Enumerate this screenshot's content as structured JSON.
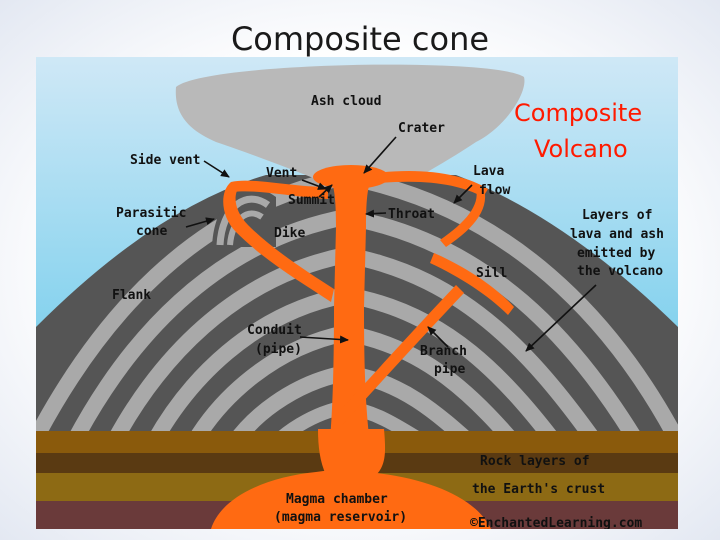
{
  "slide": {
    "title": "Composite cone"
  },
  "diagram": {
    "heading": [
      "Composite",
      "Volcano"
    ],
    "labels": {
      "ash_cloud": "Ash cloud",
      "crater": "Crater",
      "side_vent": "Side vent",
      "vent": "Vent",
      "lava_flow": [
        "Lava",
        "flow"
      ],
      "summit": "Summit",
      "throat": "Throat",
      "parasitic_cone": [
        "Parasitic",
        "cone"
      ],
      "dike": "Dike",
      "layers": [
        "Layers of",
        "lava and ash",
        "emitted by",
        "the volcano"
      ],
      "sill": "Sill",
      "flank": "Flank",
      "conduit": [
        "Conduit",
        "(pipe)"
      ],
      "branch_pipe": [
        "Branch",
        "pipe"
      ],
      "rock_layers": [
        "Rock layers of",
        "the Earth's crust"
      ],
      "magma_chamber": [
        "Magma chamber",
        "(magma reservoir)"
      ],
      "copyright": "©EnchantedLearning.com"
    },
    "colors": {
      "sky_top": "#cfe8f6",
      "sky_bottom": "#5cc6ea",
      "ash_cloud": "#b9b9b9",
      "layer_dark": "#555555",
      "layer_light": "#a9a9a9",
      "magma": "#ff6a12",
      "heading": "#ff1a00",
      "rock_1": "#8a5a0c",
      "rock_2": "#5a3a12",
      "rock_3": "#8d6a14",
      "rock_4": "#6a3a3a"
    }
  }
}
